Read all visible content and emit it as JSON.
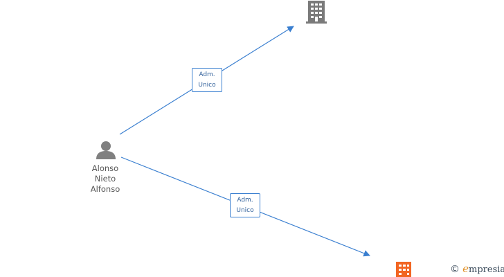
{
  "person": {
    "name_lines": [
      "Alonso",
      "Nieto",
      "Alfonso"
    ],
    "icon": "person-icon",
    "color": "#808080"
  },
  "companies": [
    {
      "icon": "building-icon",
      "color": "#7a7a7a"
    },
    {
      "icon": "building-icon",
      "color": "#f26522"
    }
  ],
  "edges": [
    {
      "label_lines": [
        "Adm.",
        "Unico"
      ],
      "color": "#3a7fd0"
    },
    {
      "label_lines": [
        "Adm.",
        "Unico"
      ],
      "color": "#3a7fd0"
    }
  ],
  "watermark": {
    "copyright": "©",
    "brand_initial": "e",
    "brand_rest": "mpresia",
    "accent": "#e0922a"
  }
}
